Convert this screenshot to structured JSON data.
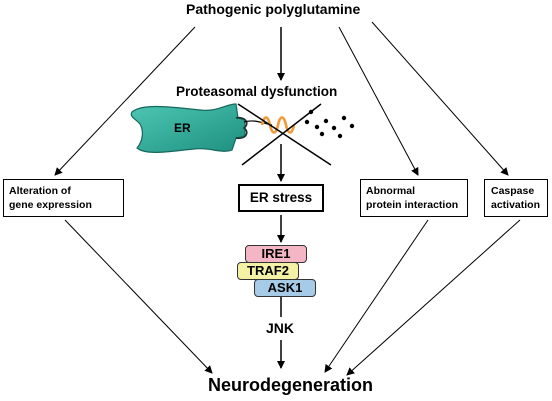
{
  "diagram": {
    "title_top": "Pathogenic polyglutamine",
    "proteasome_label": "Proteasomal dysfunction",
    "er_label": "ER",
    "er_stress": "ER stress",
    "alteration": "Alteration of\ngene expression",
    "abnormal": "Abnormal\nprotein interaction",
    "caspase": "Caspase\nactivation",
    "ire1": "IRE1",
    "traf2": "TRAF2",
    "ask1": "ASK1",
    "jnk": "JNK",
    "bottom": "Neurodegeneration"
  },
  "colors": {
    "er_fill": "#3cb8a6",
    "polyq_coil": "#f29a3a",
    "ire1": "#f4b6c4",
    "traf2": "#f4f0a4",
    "ask1": "#a6cbe6"
  }
}
